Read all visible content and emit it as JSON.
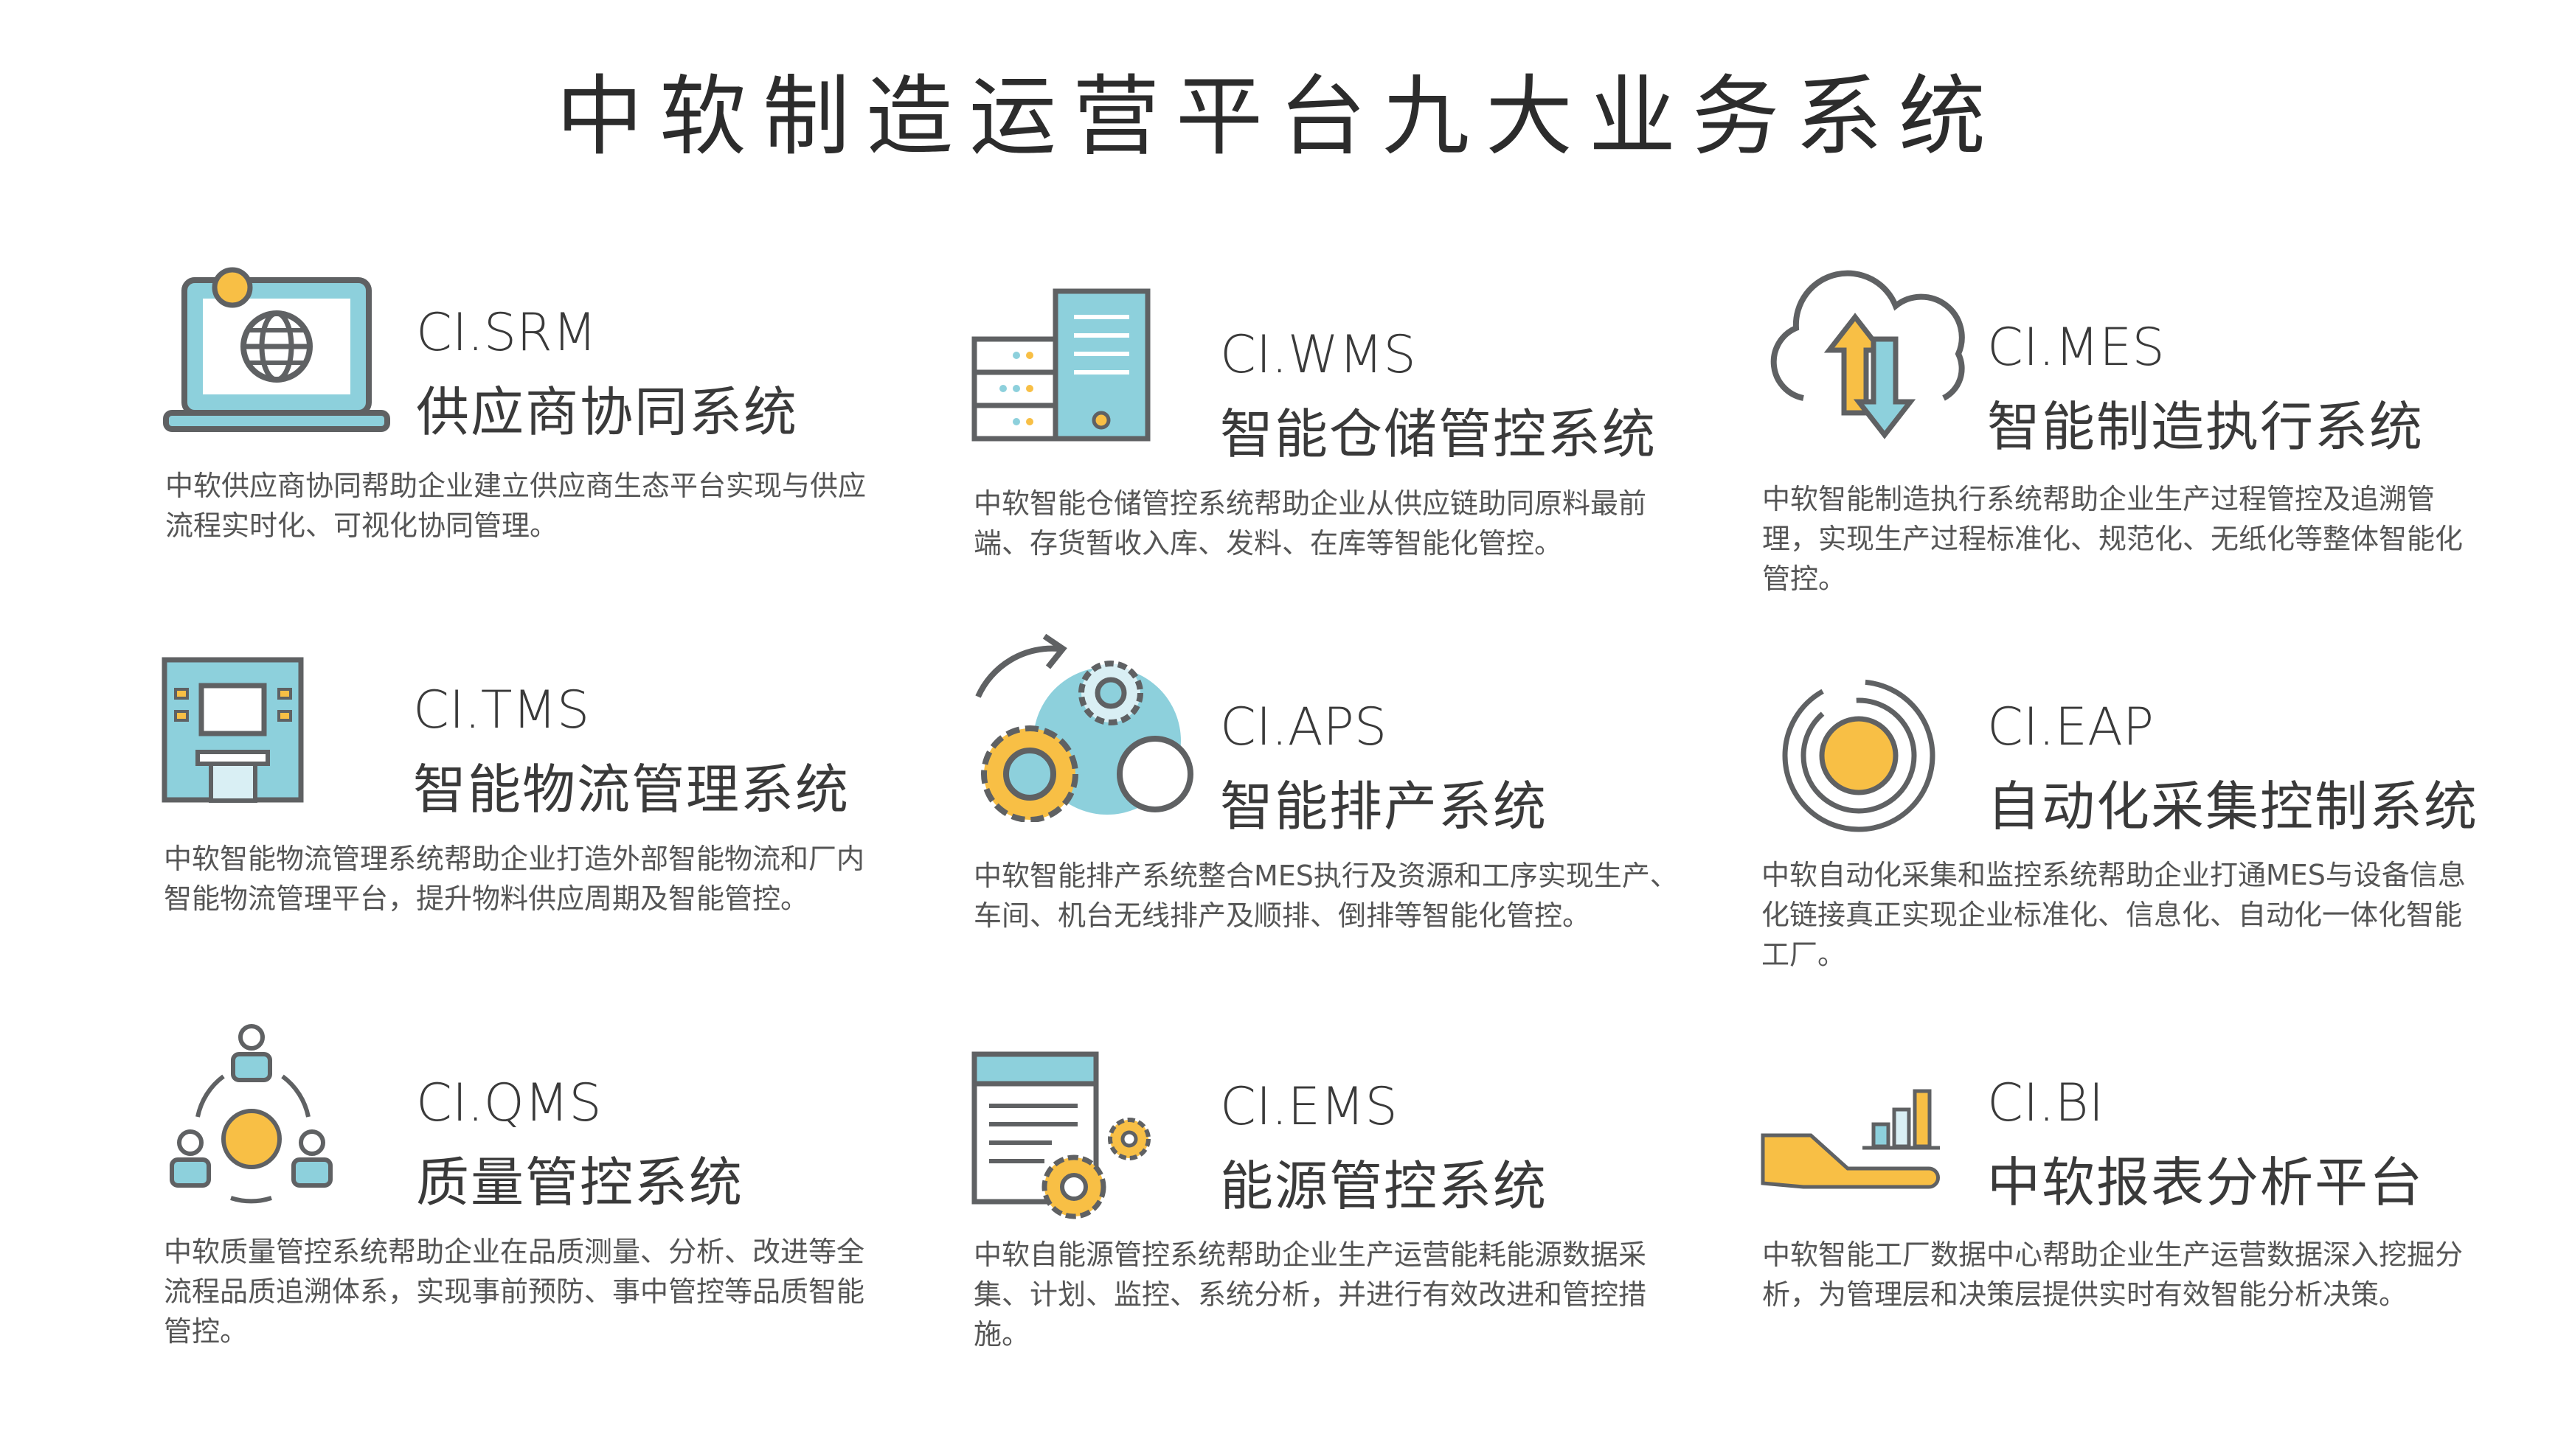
{
  "title": "中软制造运营平台九大业务系统",
  "colors": {
    "teal": "#8dd0dc",
    "yellow": "#f8bf45",
    "gray": "#5f6163",
    "light": "#d9eff4"
  },
  "systems": [
    {
      "code": "CI.SRM",
      "name": "供应商协同系统",
      "desc": "中软供应商协同帮助企业建立供应商生态平台实现与供应流程实时化、可视化协同管理。",
      "icon": "laptop-globe-icon"
    },
    {
      "code": "CI.WMS",
      "name": "智能仓储管控系统",
      "desc": "中软智能仓储管控系统帮助企业从供应链助同原料最前端、存货暂收入库、发料、在库等智能化管控。",
      "icon": "server-rack-icon"
    },
    {
      "code": "CI.MES",
      "name": "智能制造执行系统",
      "desc": "中软智能制造执行系统帮助企业生产过程管控及追溯管理，实现生产过程标准化、规范化、无纸化等整体智能化管控。",
      "icon": "cloud-sync-icon"
    },
    {
      "code": "CI.TMS",
      "name": "智能物流管理系统",
      "desc": "中软智能物流管理系统帮助企业打造外部智能物流和厂内智能物流管理平台，提升物料供应周期及智能管控。",
      "icon": "atm-machine-icon"
    },
    {
      "code": "CI.APS",
      "name": "智能排产系统",
      "desc": "中软智能排产系统整合MES执行及资源和工序实现生产、车间、机台无线排产及顺排、倒排等智能化管控。",
      "icon": "gears-icon"
    },
    {
      "code": "CI.EAP",
      "name": "自动化采集控制系统",
      "desc": "中软自动化采集和监控系统帮助企业打通MES与设备信息化链接真正实现企业标准化、信息化、自动化一体化智能工厂。",
      "icon": "cycle-icon"
    },
    {
      "code": "CI.QMS",
      "name": "质量管控系统",
      "desc": "中软质量管控系统帮助企业在品质测量、分析、改进等全流程品质追溯体系，实现事前预防、事中管控等品质智能管控。",
      "icon": "team-cycle-icon"
    },
    {
      "code": "CI.EMS",
      "name": "能源管控系统",
      "desc": "中软自能源管控系统帮助企业生产运营能耗能源数据采集、计划、监控、系统分析，并进行有效改进和管控措施。",
      "icon": "document-gears-icon"
    },
    {
      "code": "CI.BI",
      "name": "中软报表分析平台",
      "desc": "中软智能工厂数据中心帮助企业生产运营数据深入挖掘分析，为管理层和决策层提供实时有效智能分析决策。",
      "icon": "hand-chart-icon"
    }
  ]
}
